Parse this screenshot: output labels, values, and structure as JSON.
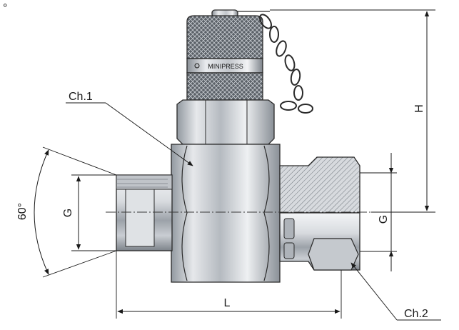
{
  "labels": {
    "ch1": "Ch.1",
    "ch2": "Ch.2",
    "h": "H",
    "g_left": "G",
    "g_right": "G",
    "l": "L",
    "angle": "60°",
    "brand": "MINIPRESS",
    "corner_mark": "°"
  },
  "colors": {
    "steel_light": "#eef0f3",
    "steel_mid": "#b9bec4",
    "steel_dark": "#6f757c",
    "hatch": "#9aa0a6",
    "line": "#1a1a1a"
  }
}
